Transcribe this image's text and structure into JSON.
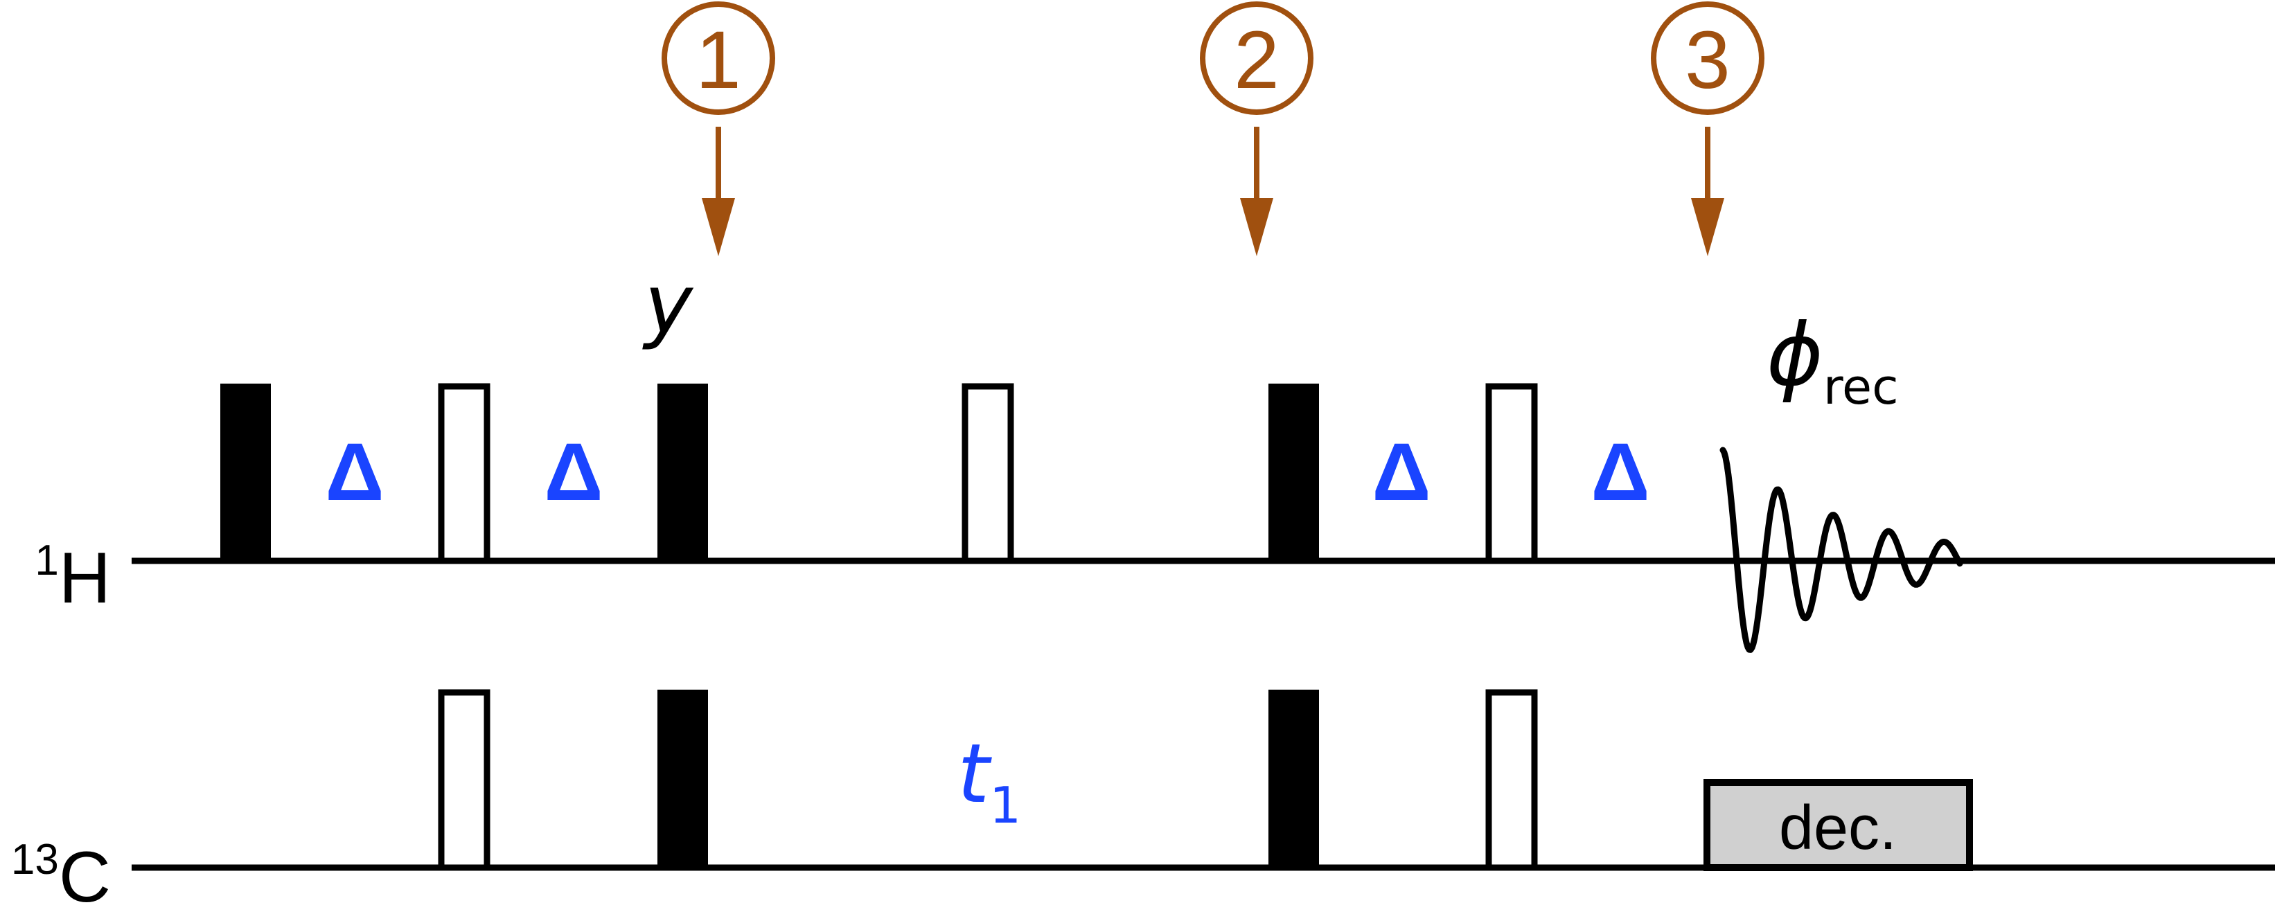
{
  "channels": {
    "proton": {
      "mass": "1",
      "element": "H"
    },
    "carbon": {
      "mass": "13",
      "element": "C"
    }
  },
  "delay_symbol": "Δ",
  "evolution": {
    "symbol": "t",
    "subscript": "1"
  },
  "phase_label": "y",
  "receiver": {
    "symbol": "ϕ",
    "subscript": "rec"
  },
  "decoupling_label": "dec.",
  "markers": [
    "①",
    "②",
    "③"
  ],
  "colors": {
    "lines": "#000000",
    "delay_text": "#1a44ff",
    "markers": "#a0500f",
    "decoupling_fill": "#d0d0d0"
  }
}
